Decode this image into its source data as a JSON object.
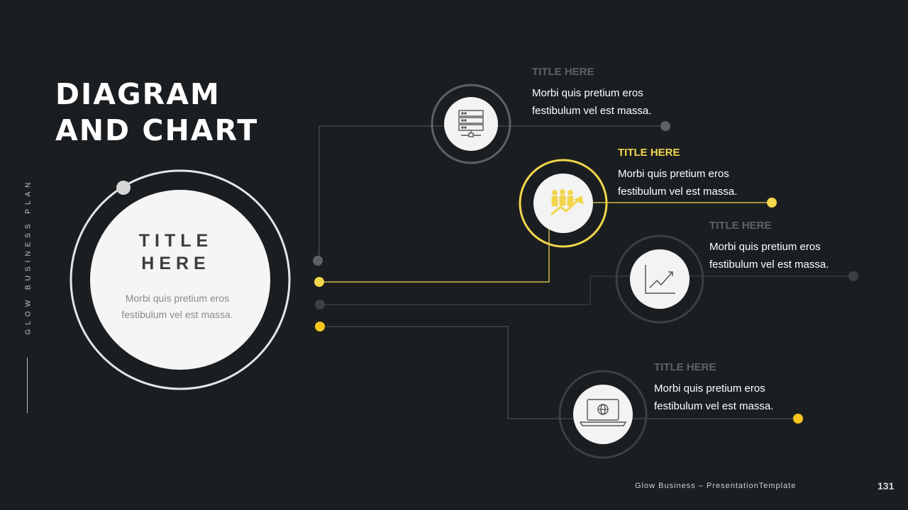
{
  "title_lines": [
    "DIAGRAM",
    "AND CHART"
  ],
  "side_label": "GLOW BUSINESS PLAN",
  "center": {
    "title_lines": [
      "TITLE",
      "HERE"
    ],
    "body": "Morbi quis pretium eros festibulum vel est massa."
  },
  "items": [
    {
      "title": "TITLE HERE",
      "body": "Morbi quis pretium eros festibulum vel est massa.",
      "icon": "server-icon"
    },
    {
      "title": "TITLE HERE",
      "body": "Morbi quis pretium eros festibulum vel est massa.",
      "icon": "team-growth-icon"
    },
    {
      "title": "TITLE HERE",
      "body": "Morbi quis pretium eros festibulum vel est massa.",
      "icon": "line-chart-icon"
    },
    {
      "title": "TITLE HERE",
      "body": "Morbi quis pretium eros festibulum vel est massa.",
      "icon": "laptop-globe-icon"
    }
  ],
  "footer": "Glow Business – PresentationTemplate",
  "page_number": "131",
  "colors": {
    "background": "#1b1e21",
    "accent": "#f2d64b",
    "dot_yellow": "#f7c71e",
    "ring_gray": "#3c3f43",
    "line_gray": "#4a4d51"
  }
}
